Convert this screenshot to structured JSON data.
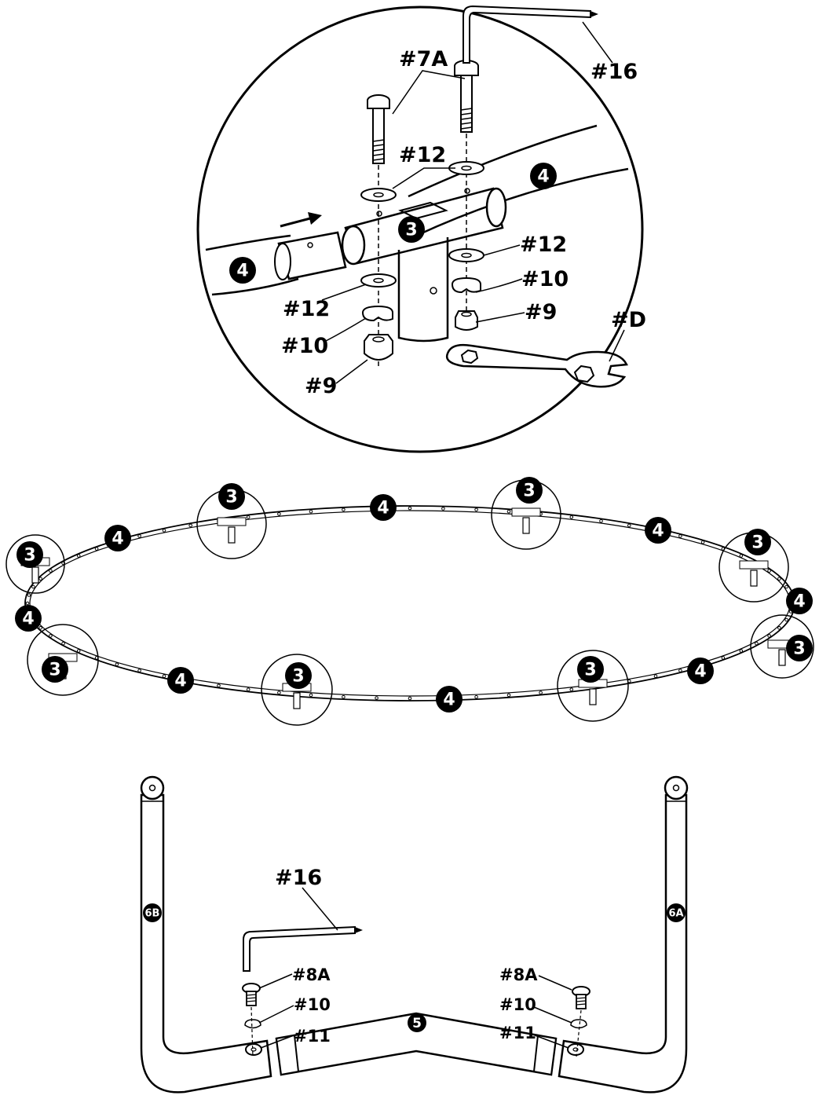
{
  "detail": {
    "label_7a": "#7A",
    "label_16": "#16",
    "label_12_top": "#12",
    "label_12_right": "#12",
    "label_12_left": "#12",
    "label_10_right": "#10",
    "label_10_left": "#10",
    "label_9_right": "#9",
    "label_9_left": "#9",
    "label_d": "#D",
    "badge_3": "3",
    "badge_4_left": "4",
    "badge_4_right": "4"
  },
  "ring": {
    "joint_label": "3",
    "rail_label": "4"
  },
  "base": {
    "label_16": "#16",
    "label_8a_left": "#8A",
    "label_8a_right": "#8A",
    "label_10_left": "#10",
    "label_10_right": "#10",
    "label_11_left": "#11",
    "label_11_right": "#11",
    "leg_left": "6B",
    "leg_right": "6A",
    "base_badge": "5"
  }
}
